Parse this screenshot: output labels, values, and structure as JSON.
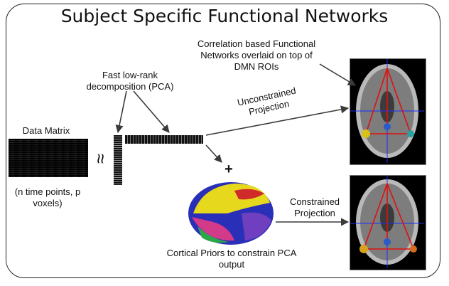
{
  "title": "Subject Specific Functional Networks",
  "labels": {
    "data_matrix": "Data Matrix",
    "data_matrix_dims": "(n time points, p voxels)",
    "pca": "Fast low-rank decomposition (PCA)",
    "approx_symbol": "≈",
    "plus": "+",
    "unconstrained": "Unconstrained Projection",
    "constrained": "Constrained Projection",
    "correlation": "Correlation based Functional Networks overlaid on top of DMN ROIs",
    "cortical_priors": "Cortical Priors to constrain PCA output"
  },
  "colors": {
    "network_line": "#e01010",
    "cross_line": "#1a2cff",
    "arrow": "#3a3a3a"
  }
}
